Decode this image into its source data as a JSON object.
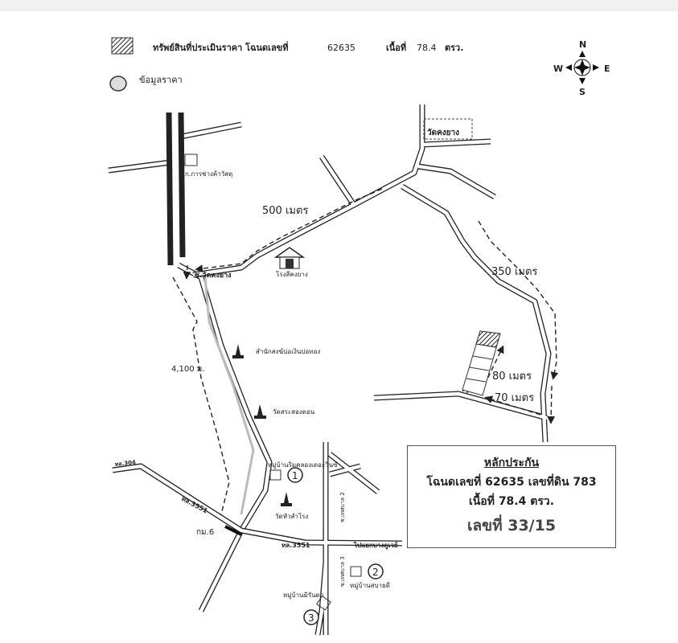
{
  "legend": {
    "subject_label": "ทรัพย์สินที่ประเมินราคา โฉนดเลขที่",
    "deed_no": "62635",
    "area_label": "เนื้อที่",
    "area_value": "78.4",
    "area_unit": "ตรว.",
    "price_data_label": "ข้อมูลราคา"
  },
  "compass": {
    "n": "N",
    "s": "S",
    "e": "E",
    "w": "W"
  },
  "labels": {
    "soi_wat_khong_yang": "ซ.วัดคงยาง",
    "wat_khong_yang": "วัดคงยาง",
    "shop": "ก.การช่างค้าวัสดุ",
    "rubber_house": "โรงสีคงยาง",
    "dist_500": "500 เมตร",
    "dist_350": "350 เมตร",
    "dist_80": "80 เมตร",
    "dist_70": "70 เมตร",
    "dist_4100": "4,100 ม.",
    "temple_1": "สำนักสงฆ์บ่อเงินบ่อทอง",
    "temple_2": "วัดสระสองตอน",
    "temple_3": "วัดหัวสำโรง",
    "village_1": "หมู่บ้านริมคลองเดอะวินซ์",
    "village_2": "หมู่บ้านสบายดี",
    "village_3": "หมู่บ้านมิรันดา",
    "marker_1": "1",
    "marker_2": "2",
    "marker_3": "3",
    "km": "กม.6",
    "hwy_3551_a": "ทล.3551",
    "hwy_3551_b": "ทล.3551",
    "hwy_304": "ทล.304",
    "to_dest": "ไปแยกบางคูเวย์",
    "soi_2": "ซ.เทศบาล 2",
    "soi_3": "ซ.เทศบาล 3"
  },
  "collateral": {
    "title": "หลักประกัน",
    "line1": "โฉนดเลขที่ 62635 เลขที่ดิน 783",
    "line2": "เนื้อที่ 78.4 ตรว.",
    "line3": "เลขที่ 33/15"
  }
}
